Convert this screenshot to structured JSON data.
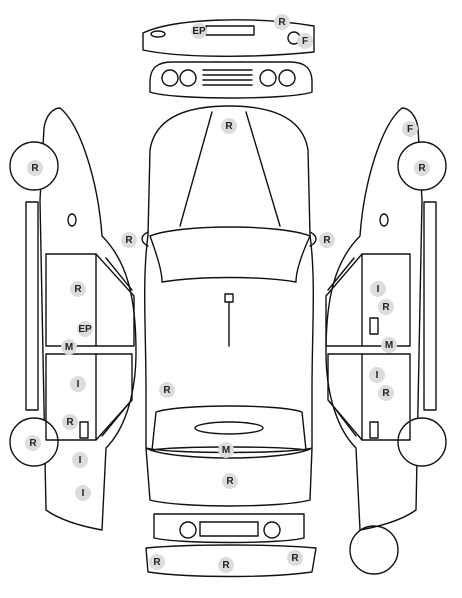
{
  "codes": {
    "R": "R",
    "EP": "EP",
    "F": "F",
    "M": "M",
    "I": "I"
  },
  "colors": {
    "line": "#111111",
    "badge_fill": "#dcdcdc",
    "badge_text": "#222222",
    "background": "#ffffff"
  },
  "marks": [
    {
      "id": "front-bumper-ep",
      "code": "EP"
    },
    {
      "id": "front-bumper-r",
      "code": "R"
    },
    {
      "id": "front-bumper-f",
      "code": "F"
    },
    {
      "id": "windshield-r",
      "code": "R"
    },
    {
      "id": "left-mirror-r",
      "code": "R"
    },
    {
      "id": "right-mirror-r",
      "code": "R"
    },
    {
      "id": "left-front-wheel-r",
      "code": "R"
    },
    {
      "id": "right-front-fender-f",
      "code": "F"
    },
    {
      "id": "right-front-wheel-r",
      "code": "R"
    },
    {
      "id": "left-front-door-r",
      "code": "R"
    },
    {
      "id": "left-front-door-ep",
      "code": "EP"
    },
    {
      "id": "left-sill-m",
      "code": "M"
    },
    {
      "id": "left-rear-door-i",
      "code": "I"
    },
    {
      "id": "left-rear-door-r",
      "code": "R"
    },
    {
      "id": "left-rear-wheel-r",
      "code": "R"
    },
    {
      "id": "left-quarter-i",
      "code": "I"
    },
    {
      "id": "left-bottom-i",
      "code": "I"
    },
    {
      "id": "right-front-door-i",
      "code": "I"
    },
    {
      "id": "right-front-door-r",
      "code": "R"
    },
    {
      "id": "right-sill-m",
      "code": "M"
    },
    {
      "id": "right-rear-door-i",
      "code": "I"
    },
    {
      "id": "right-rear-door-r",
      "code": "R"
    },
    {
      "id": "roof-side-r",
      "code": "R"
    },
    {
      "id": "rear-window-m",
      "code": "M"
    },
    {
      "id": "trunk-r",
      "code": "R"
    },
    {
      "id": "rear-bumper-r-left",
      "code": "R"
    },
    {
      "id": "rear-bumper-r-center",
      "code": "R"
    },
    {
      "id": "rear-bumper-r-right",
      "code": "R"
    }
  ]
}
